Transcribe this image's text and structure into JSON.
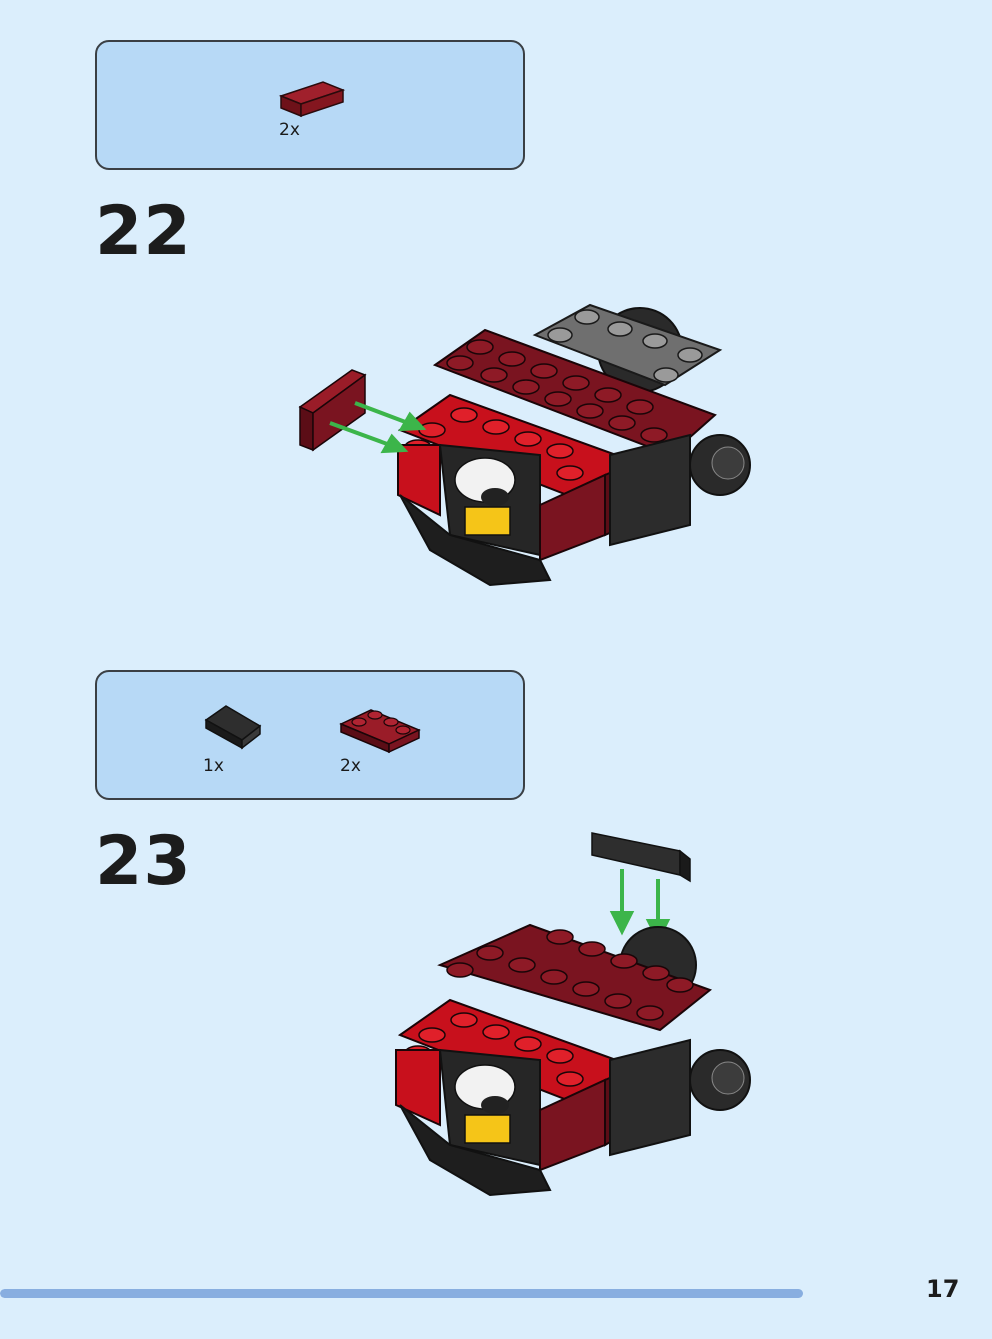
{
  "colors": {
    "background": "#dbeefc",
    "callout": "#b7d9f6",
    "dark_red": "#7a1420",
    "bright_red": "#c8101c",
    "black": "#262626",
    "arrow_green": "#3cb54a",
    "progress": "#88aee0"
  },
  "steps": [
    {
      "number": "22",
      "parts": [
        {
          "qty": "2x",
          "icon": "dark-red-tile-1x2"
        }
      ],
      "assembly_icon": "red-vehicle-build-step-22"
    },
    {
      "number": "23",
      "parts": [
        {
          "qty": "1x",
          "icon": "black-slope-tile-1x2"
        },
        {
          "qty": "2x",
          "icon": "dark-red-corner-plate-2x2"
        }
      ],
      "assembly_icon": "red-vehicle-build-step-23"
    }
  ],
  "footer": {
    "page_number": "17",
    "progress": 0.9
  }
}
